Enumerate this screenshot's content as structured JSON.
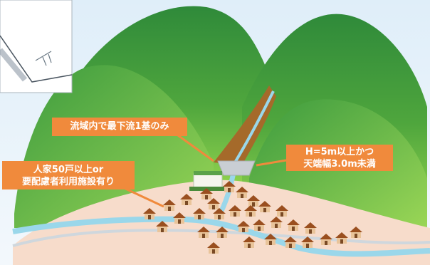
{
  "callouts": {
    "basin_lowest": "流域内で最下流1基のみ",
    "houses": [
      "人家50戸以上or",
      "要配慮者利用施設有り"
    ],
    "dam_spec": [
      "H=5m以上かつ",
      "天端幅3.0m未満"
    ]
  },
  "colors": {
    "mountain_dark": "#2f8a3a",
    "mountain_light": "#7fcc4a",
    "ground": "#f7dccb",
    "river": "#9ad7ea",
    "callout": "#f08a3c",
    "sky": "#e6f1fa"
  },
  "icons": [
    "dam-icon",
    "house-icon",
    "building-icon"
  ]
}
